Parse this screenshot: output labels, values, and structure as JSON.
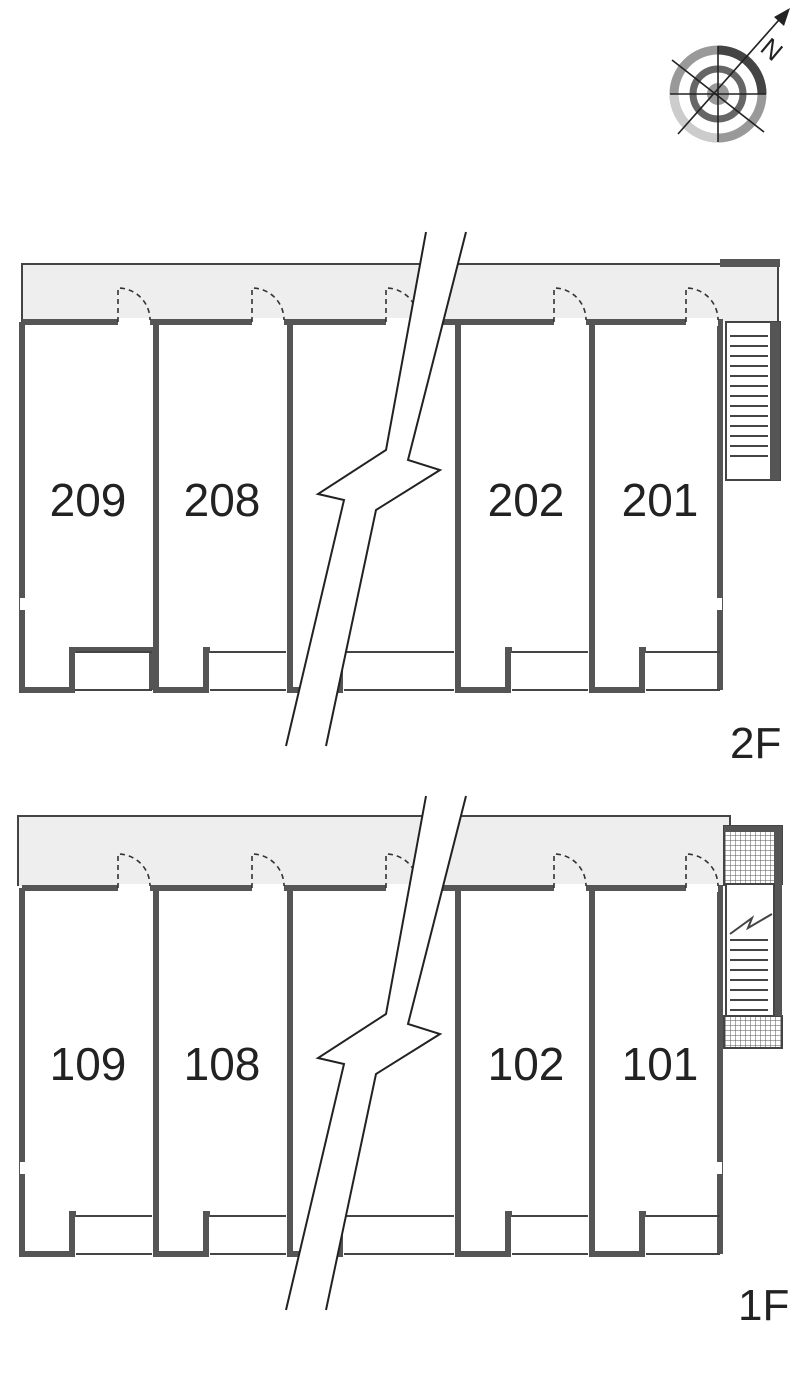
{
  "compass": {
    "label": "N"
  },
  "floors": [
    {
      "label": "2F",
      "rooms": [
        "209",
        "208",
        "202",
        "201"
      ]
    },
    {
      "label": "1F",
      "rooms": [
        "109",
        "108",
        "102",
        "101"
      ]
    }
  ],
  "colors": {
    "wall": "#555555",
    "corridor": "#eeeeee",
    "line": "#333333"
  }
}
